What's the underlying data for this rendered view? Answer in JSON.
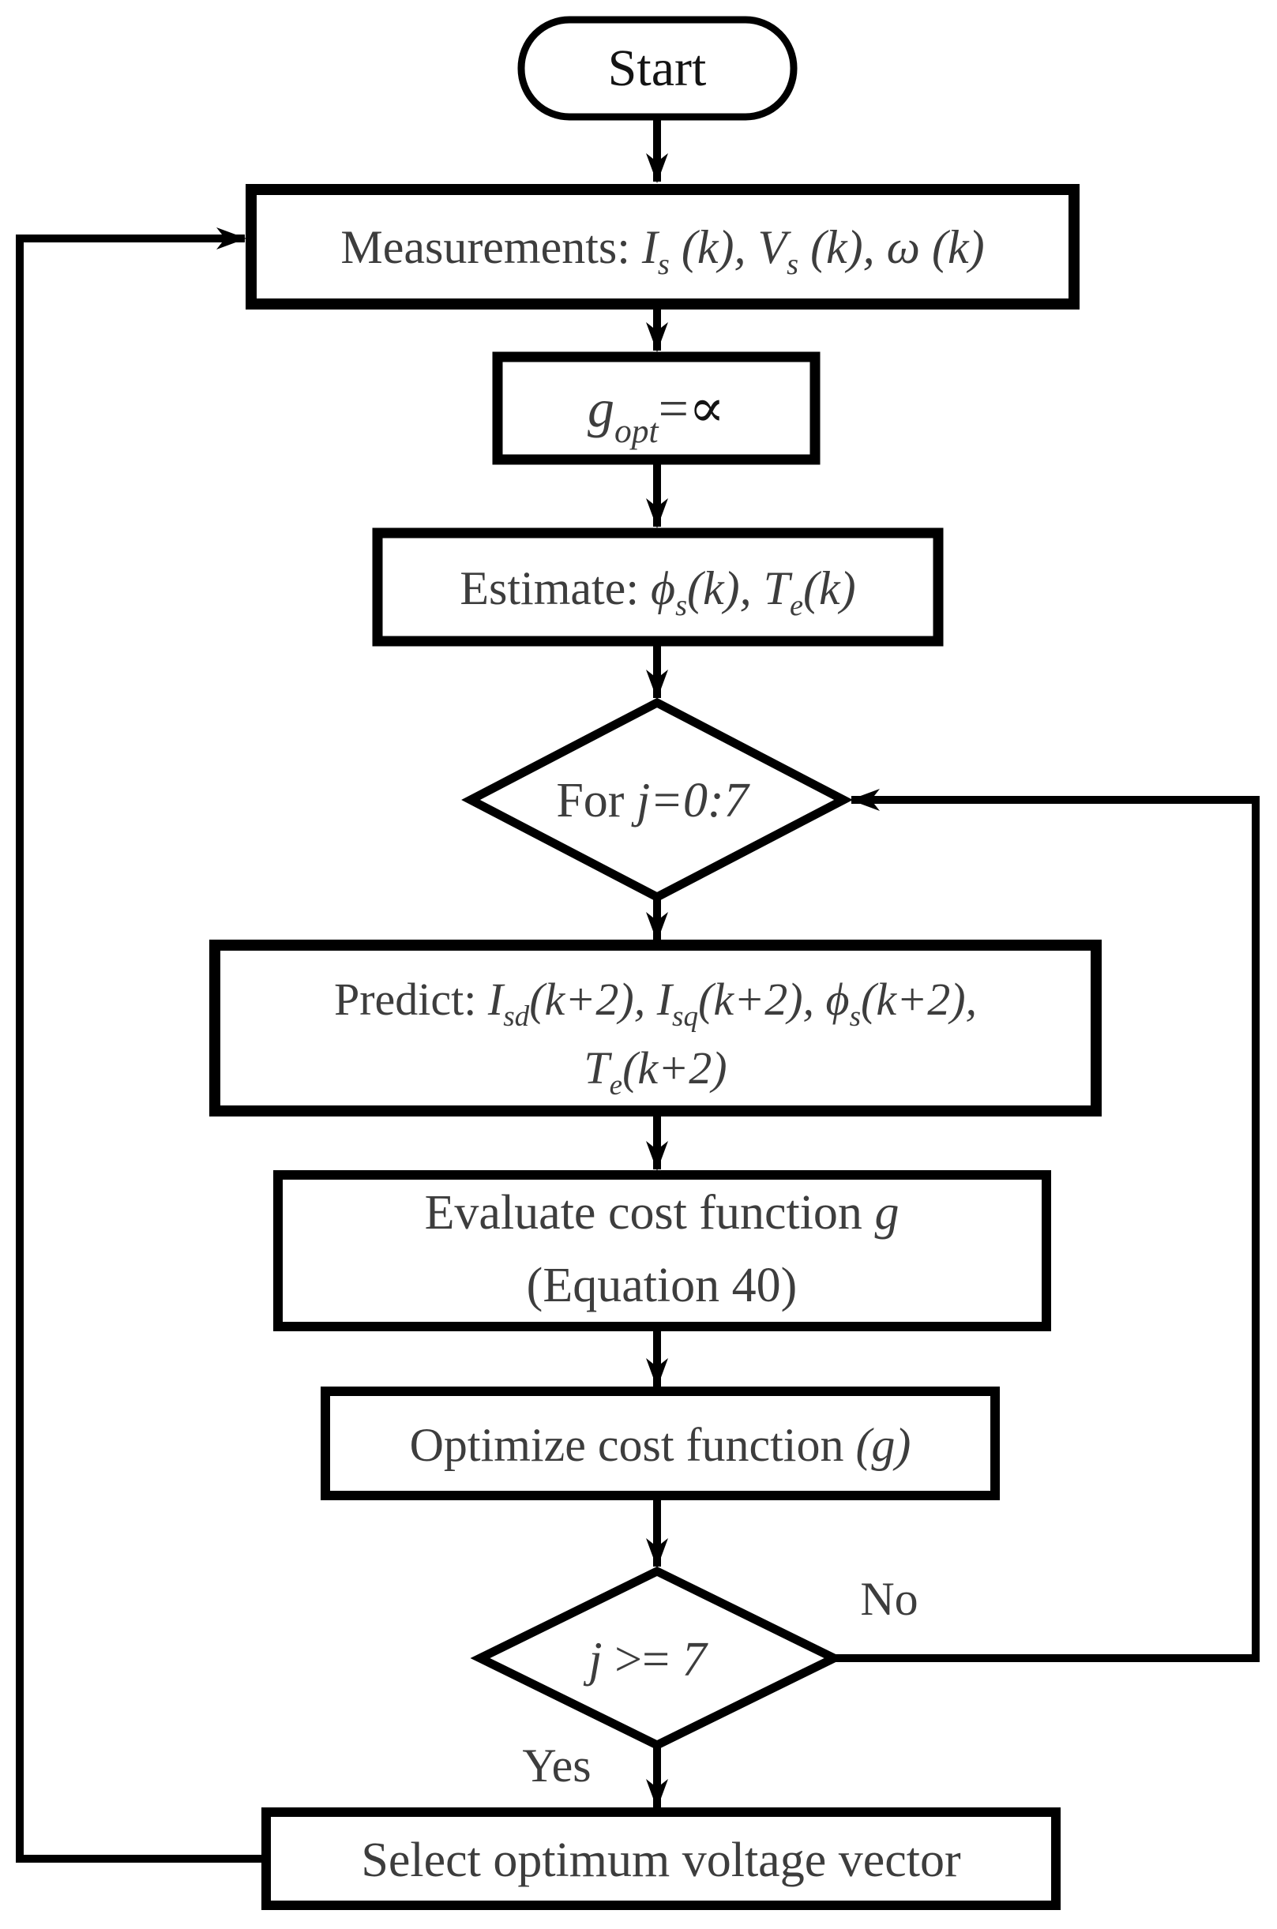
{
  "diagram_type": "flowchart",
  "colors": {
    "shape_stroke": "#000000",
    "text": "#3d3d3d",
    "start_text": "#111111",
    "background": "#ffffff"
  },
  "nodes": {
    "start": {
      "label": "Start"
    },
    "measurements": {
      "p0": "Measurements: ",
      "p1": "I",
      "p2": "s",
      "p3": " (k), ",
      "p4": "V",
      "p5": "s",
      "p6": " (k), ",
      "p7": "ω",
      "p8": " (k)"
    },
    "init": {
      "p0": "g",
      "p1": "opt",
      "p2": "=",
      "p3": "∝"
    },
    "estimate": {
      "p0": "Estimate: ",
      "p1": "ϕ",
      "p2": "s",
      "p3": "(k), ",
      "p4": "T",
      "p5": "e",
      "p6": "(k)"
    },
    "for_loop": {
      "p0": "For ",
      "p1": "j=0:7"
    },
    "predict": {
      "line1": {
        "p0": "Predict: ",
        "p1": "I",
        "p2": "sd",
        "p3": "(k+2), ",
        "p4": "I",
        "p5": "sq",
        "p6": "(k+2), ",
        "p7": "ϕ",
        "p8": "s",
        "p9": "(k+2),"
      },
      "line2": {
        "p0": "T",
        "p1": "e",
        "p2": "(k+2)"
      }
    },
    "evaluate": {
      "line1": {
        "p0": "Evaluate cost function ",
        "p1": "g"
      },
      "line2": "(Equation 40)"
    },
    "optimize": {
      "p0": "Optimize cost function ",
      "p1": "(g)"
    },
    "decision": {
      "p0": "j",
      "p1": " >= ",
      "p2": "7"
    },
    "select": {
      "label": "Select optimum voltage vector"
    },
    "labels": {
      "yes": "Yes",
      "no": "No"
    }
  },
  "edges": [
    {
      "from": "start",
      "to": "measurements"
    },
    {
      "from": "measurements",
      "to": "init"
    },
    {
      "from": "init",
      "to": "estimate"
    },
    {
      "from": "estimate",
      "to": "for_loop"
    },
    {
      "from": "for_loop",
      "to": "predict"
    },
    {
      "from": "predict",
      "to": "evaluate"
    },
    {
      "from": "evaluate",
      "to": "optimize"
    },
    {
      "from": "optimize",
      "to": "decision"
    },
    {
      "from": "decision",
      "to": "for_loop",
      "label": "No"
    },
    {
      "from": "decision",
      "to": "select",
      "label": "Yes"
    },
    {
      "from": "select",
      "to": "measurements"
    }
  ]
}
